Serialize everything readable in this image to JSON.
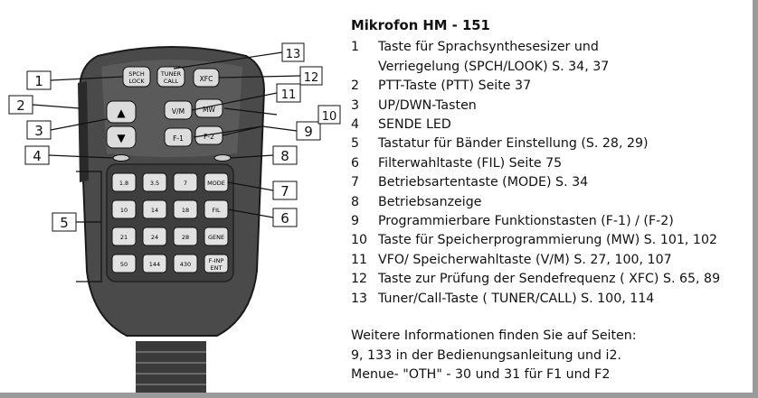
{
  "title": "Mikrofon HM - 151",
  "items": [
    {
      "num": "1",
      "text": "Taste für Sprachsynthesesizer und"
    },
    {
      "num": "",
      "text": "Verriegelung   (SPCH/LOOK)    S. 34, 37"
    },
    {
      "num": "2",
      "text": "PTT-Taste (PTT)  Seite 37"
    },
    {
      "num": "3",
      "text": "UP/DWN-Tasten"
    },
    {
      "num": "4",
      "text": "SENDE LED"
    },
    {
      "num": "5",
      "text": "Tastatur  für Bänder Einstellung (S. 28, 29)"
    },
    {
      "num": "6",
      "text": "Filterwahltaste (FIL) Seite 75"
    },
    {
      "num": "7",
      "text": "Betriebsartentaste (MODE) S. 34"
    },
    {
      "num": "8",
      "text": "Betriebsanzeige"
    },
    {
      "num": "9",
      "text": "Programmierbare Funktionstasten (F-1) / (F-2)"
    },
    {
      "num": "10",
      "text": "Taste  für Speicherprogrammierung (MW)  S. 101, 102"
    },
    {
      "num": "11",
      "text": "VFO/ Speicherwahltaste (V/M)  S. 27, 100, 107"
    },
    {
      "num": "12",
      "text": "Taste zur Prüfung der Sendefrequenz ( XFC) S. 65, 89"
    },
    {
      "num": "13",
      "text": "Tuner/Call-Taste ( TUNER/CALL) S. 100, 114"
    }
  ],
  "notes": [
    "Weitere Informationen  finden Sie auf Seiten:",
    "9, 133 in der Bedienungsanleitung  und i2.",
    "Menue- \"OTH\"  - 30 und 31  für F1 und F2"
  ],
  "callouts": {
    "c1": "1",
    "c2": "2",
    "c3": "3",
    "c4": "4",
    "c5": "5",
    "c6": "6",
    "c7": "7",
    "c8": "8",
    "c9": "9",
    "c10": "10",
    "c11": "11",
    "c12": "12",
    "c13": "13"
  },
  "keys": {
    "spch": "SPCH",
    "lock": "LOCK",
    "tuner": "TUNER",
    "call": "CALL",
    "xfc": "XFC",
    "up": "▲",
    "down": "▼",
    "vm": "V/M",
    "mw": "MW",
    "f1": "F-1",
    "f2": "F-2",
    "mode": "MODE",
    "fil": "FIL",
    "gene": "GENE",
    "k1": "1.8",
    "k2": "3.5",
    "k3": "7",
    "k4": "10",
    "k5": "14",
    "k6": "18",
    "k7": "21",
    "k8": "24",
    "k9": "28",
    "k50": "50",
    "k144": "144",
    "k430": "430",
    "finp": "F-INP",
    "ent": "ENT"
  }
}
